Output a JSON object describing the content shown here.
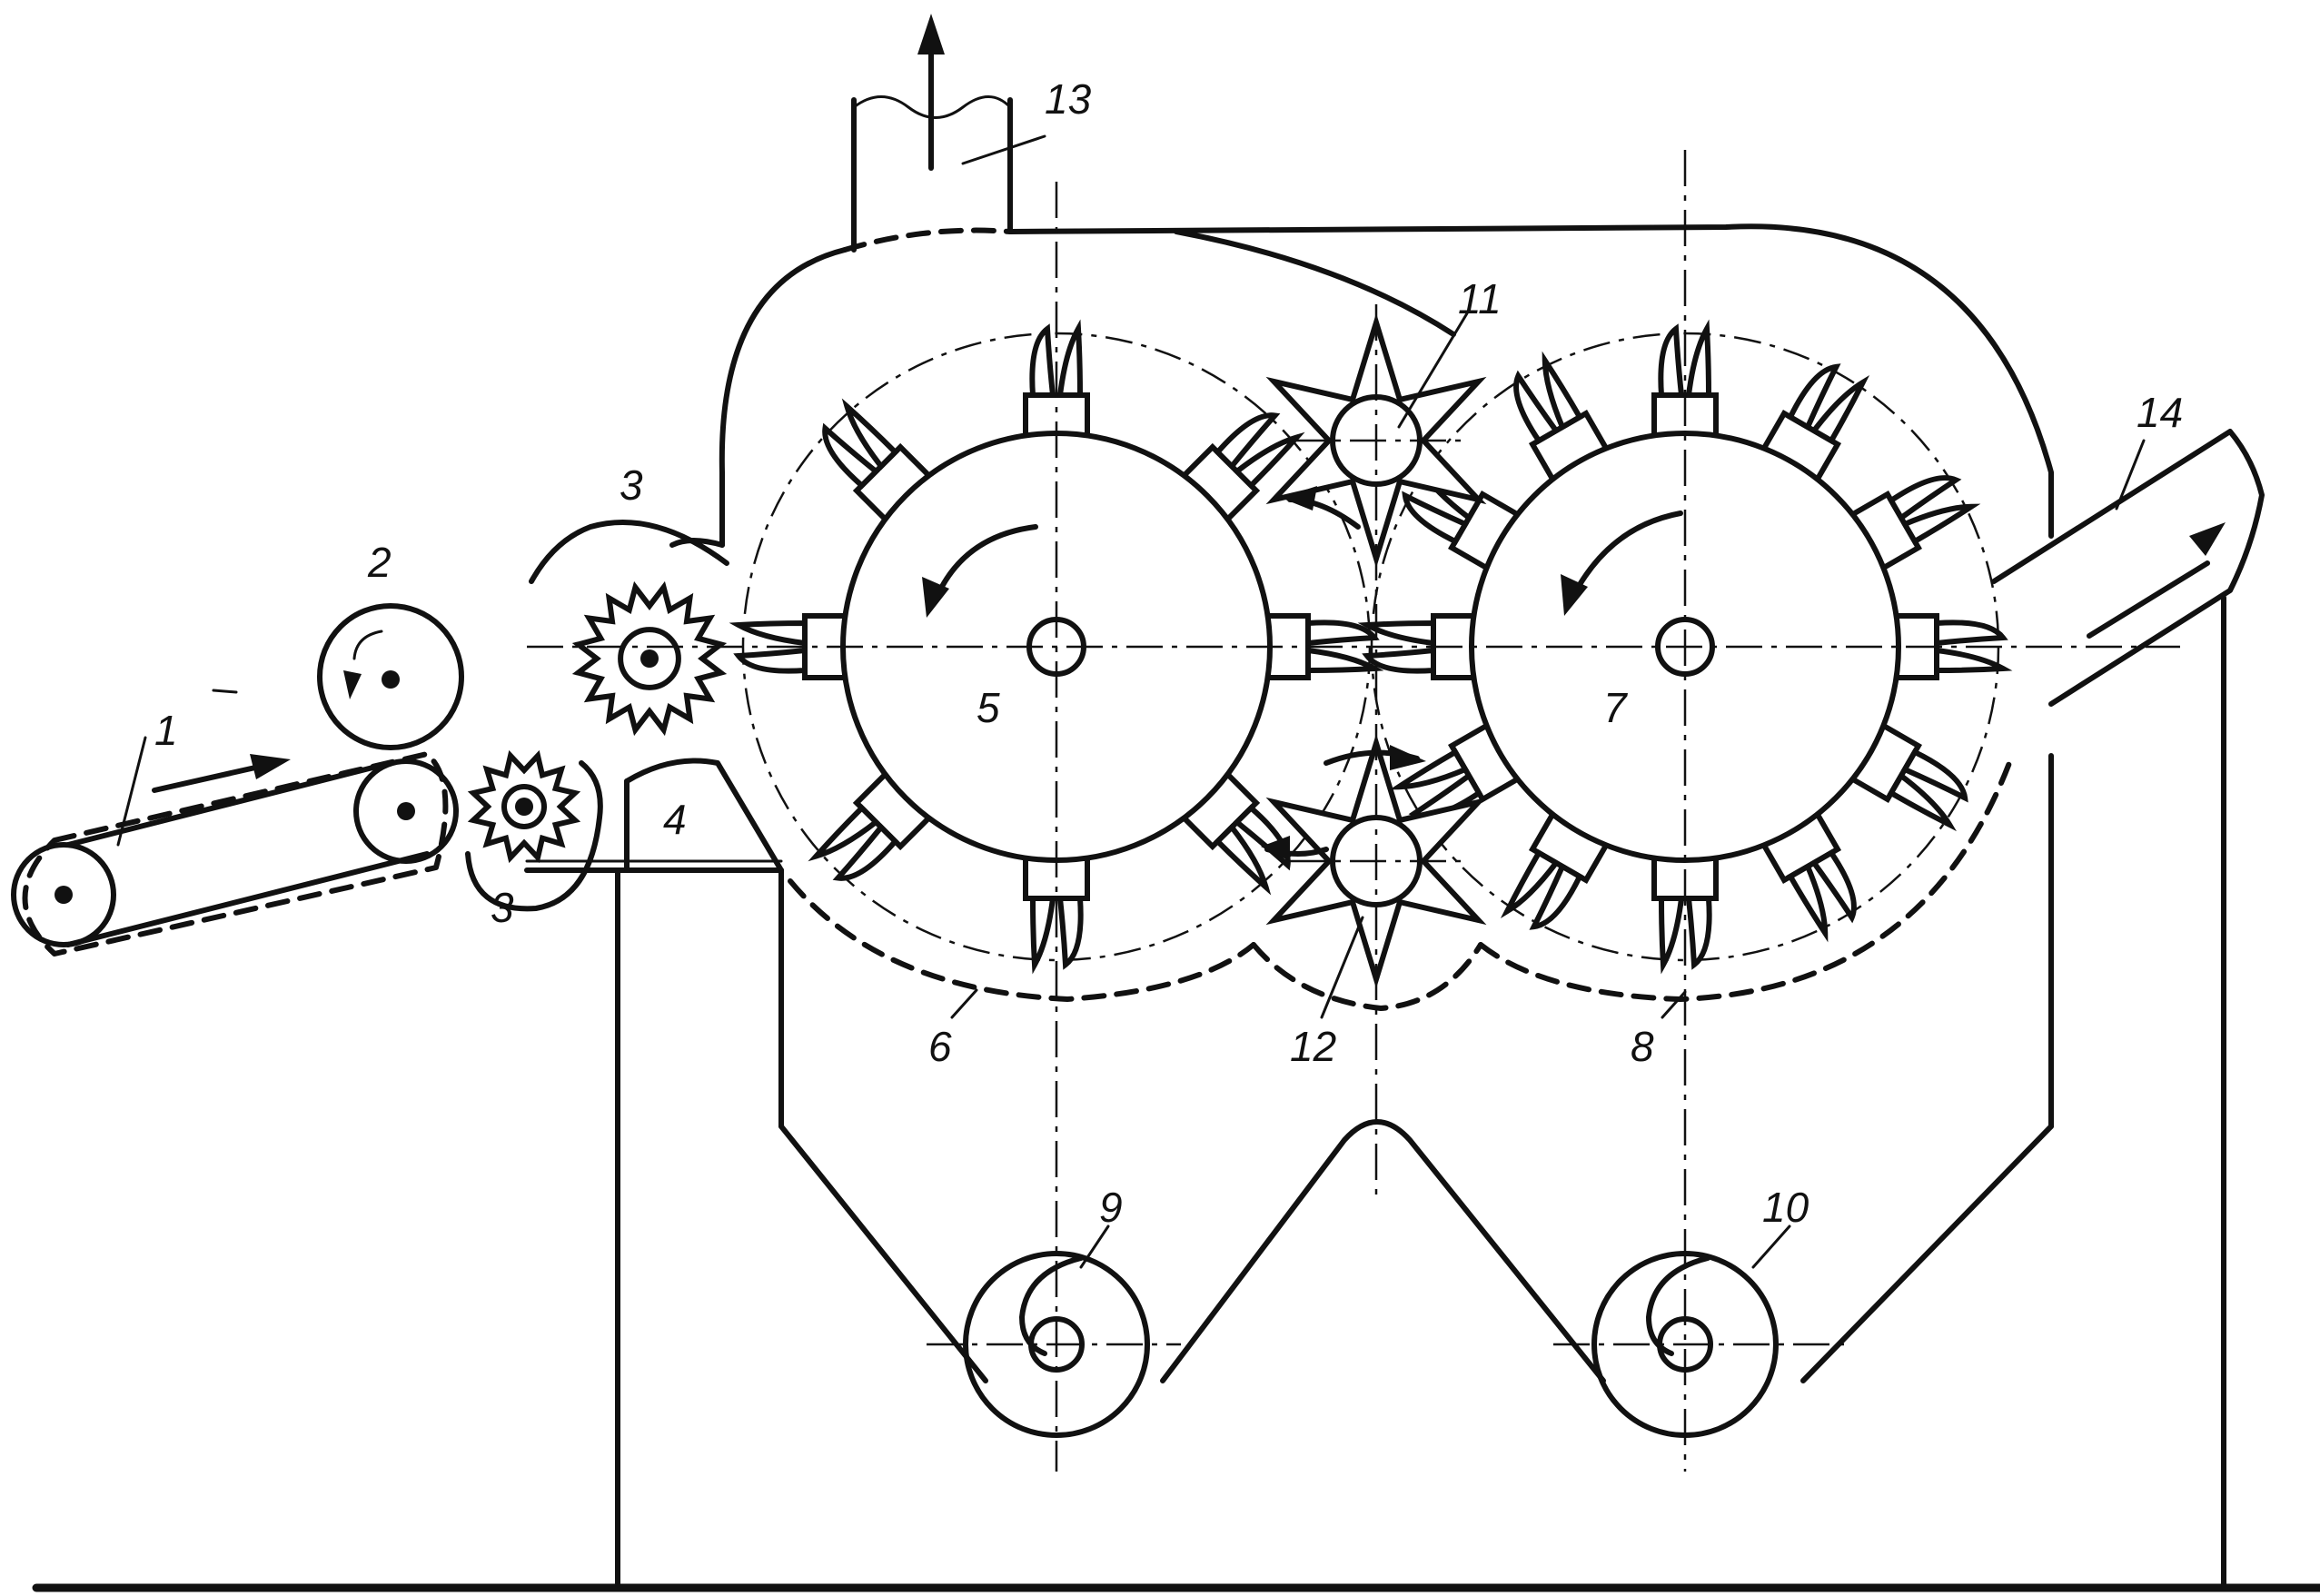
{
  "colors": {
    "ink": "#111111",
    "paper": "#ffffff"
  },
  "labels": {
    "l1": "1",
    "l2": "2",
    "l3a": "3",
    "l3b": "3",
    "l4": "4",
    "l5": "5",
    "l6": "6",
    "l7": "7",
    "l8": "8",
    "l9": "9",
    "l10": "10",
    "l11": "11",
    "l12": "12",
    "l13": "13",
    "l14": "14"
  }
}
